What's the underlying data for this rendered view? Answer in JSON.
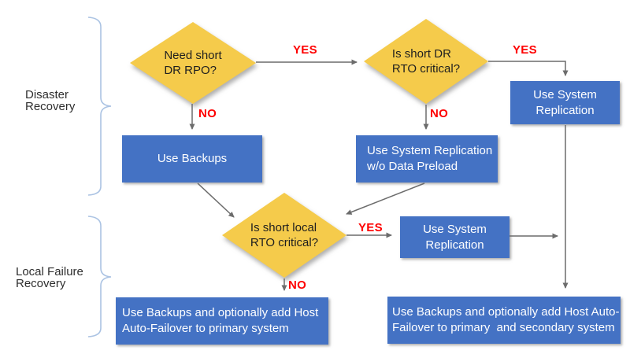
{
  "colors": {
    "background": "#FFFFFF",
    "diamond_fill": "#F5CB4B",
    "action_box_fill": "#4472C4",
    "action_box_text": "#FFFFFF",
    "edge_label_text": "#FE0000",
    "arrow_stroke": "#6C6C6C",
    "brace_stroke": "#ABC3E3",
    "section_label_text": "#2E2E2E",
    "diamond_text": "#1F1F1F"
  },
  "sections": {
    "disaster_recovery": {
      "line1": "Disaster",
      "line2": "Recovery"
    },
    "local_failure_recovery": {
      "line1": "Local Failure",
      "line2": "Recovery"
    }
  },
  "decisions": {
    "dr_rpo": {
      "line1": "Need short",
      "line2": "DR RPO?"
    },
    "dr_rto": {
      "line1": "Is short DR",
      "line2": "RTO critical?"
    },
    "local_rto": {
      "line1": "Is short local",
      "line2": "RTO critical?"
    }
  },
  "actions": {
    "use_backups": {
      "line1": "Use Backups"
    },
    "sr_wo_preload": {
      "line1": "Use System Replication",
      "line2": "w/o Data Preload"
    },
    "sr_top_right": {
      "line1": "Use System",
      "line2": "Replication"
    },
    "sr_middle": {
      "line1": "Use System",
      "line2": "Replication"
    },
    "backups_failover_primary": {
      "line1": "Use Backups and optionally add Host",
      "line2": "Auto-Failover to primary system"
    },
    "backups_failover_secondary": {
      "line1": "Use Backups and optionally add Host Auto-",
      "line2": "Failover to primary  and secondary system"
    }
  },
  "edge_labels": {
    "yes_dr_rpo": "YES",
    "no_dr_rpo": "NO",
    "yes_dr_rto": "YES",
    "no_dr_rto": "NO",
    "yes_local_rto": "YES",
    "no_local_rto": "NO"
  }
}
